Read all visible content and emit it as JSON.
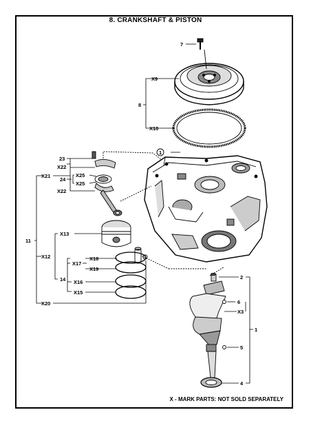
{
  "title": "8. CRANKSHAFT & PISTON",
  "note": "X -  MARK PARTS: NOT SOLD SEPARATELY",
  "callouts": {
    "c7": "7",
    "cX9": "X9",
    "c8": "8",
    "cX10": "X10",
    "c1a": "1",
    "c23": "23",
    "cX22a": "X22",
    "cX21": "X21",
    "c24": "24",
    "cX25a": "X25",
    "cX25b": "X25",
    "cX22b": "X22",
    "c11": "11",
    "cX13": "X13",
    "cX12": "X12",
    "cX18": "X18",
    "cX17": "X17",
    "cX19": "X19",
    "c14": "14",
    "cX16": "X16",
    "cX15": "X15",
    "cX20": "X20",
    "c2": "2",
    "c6": "6",
    "cX3": "X3",
    "c1b": "1",
    "c5": "5",
    "c4": "4"
  }
}
